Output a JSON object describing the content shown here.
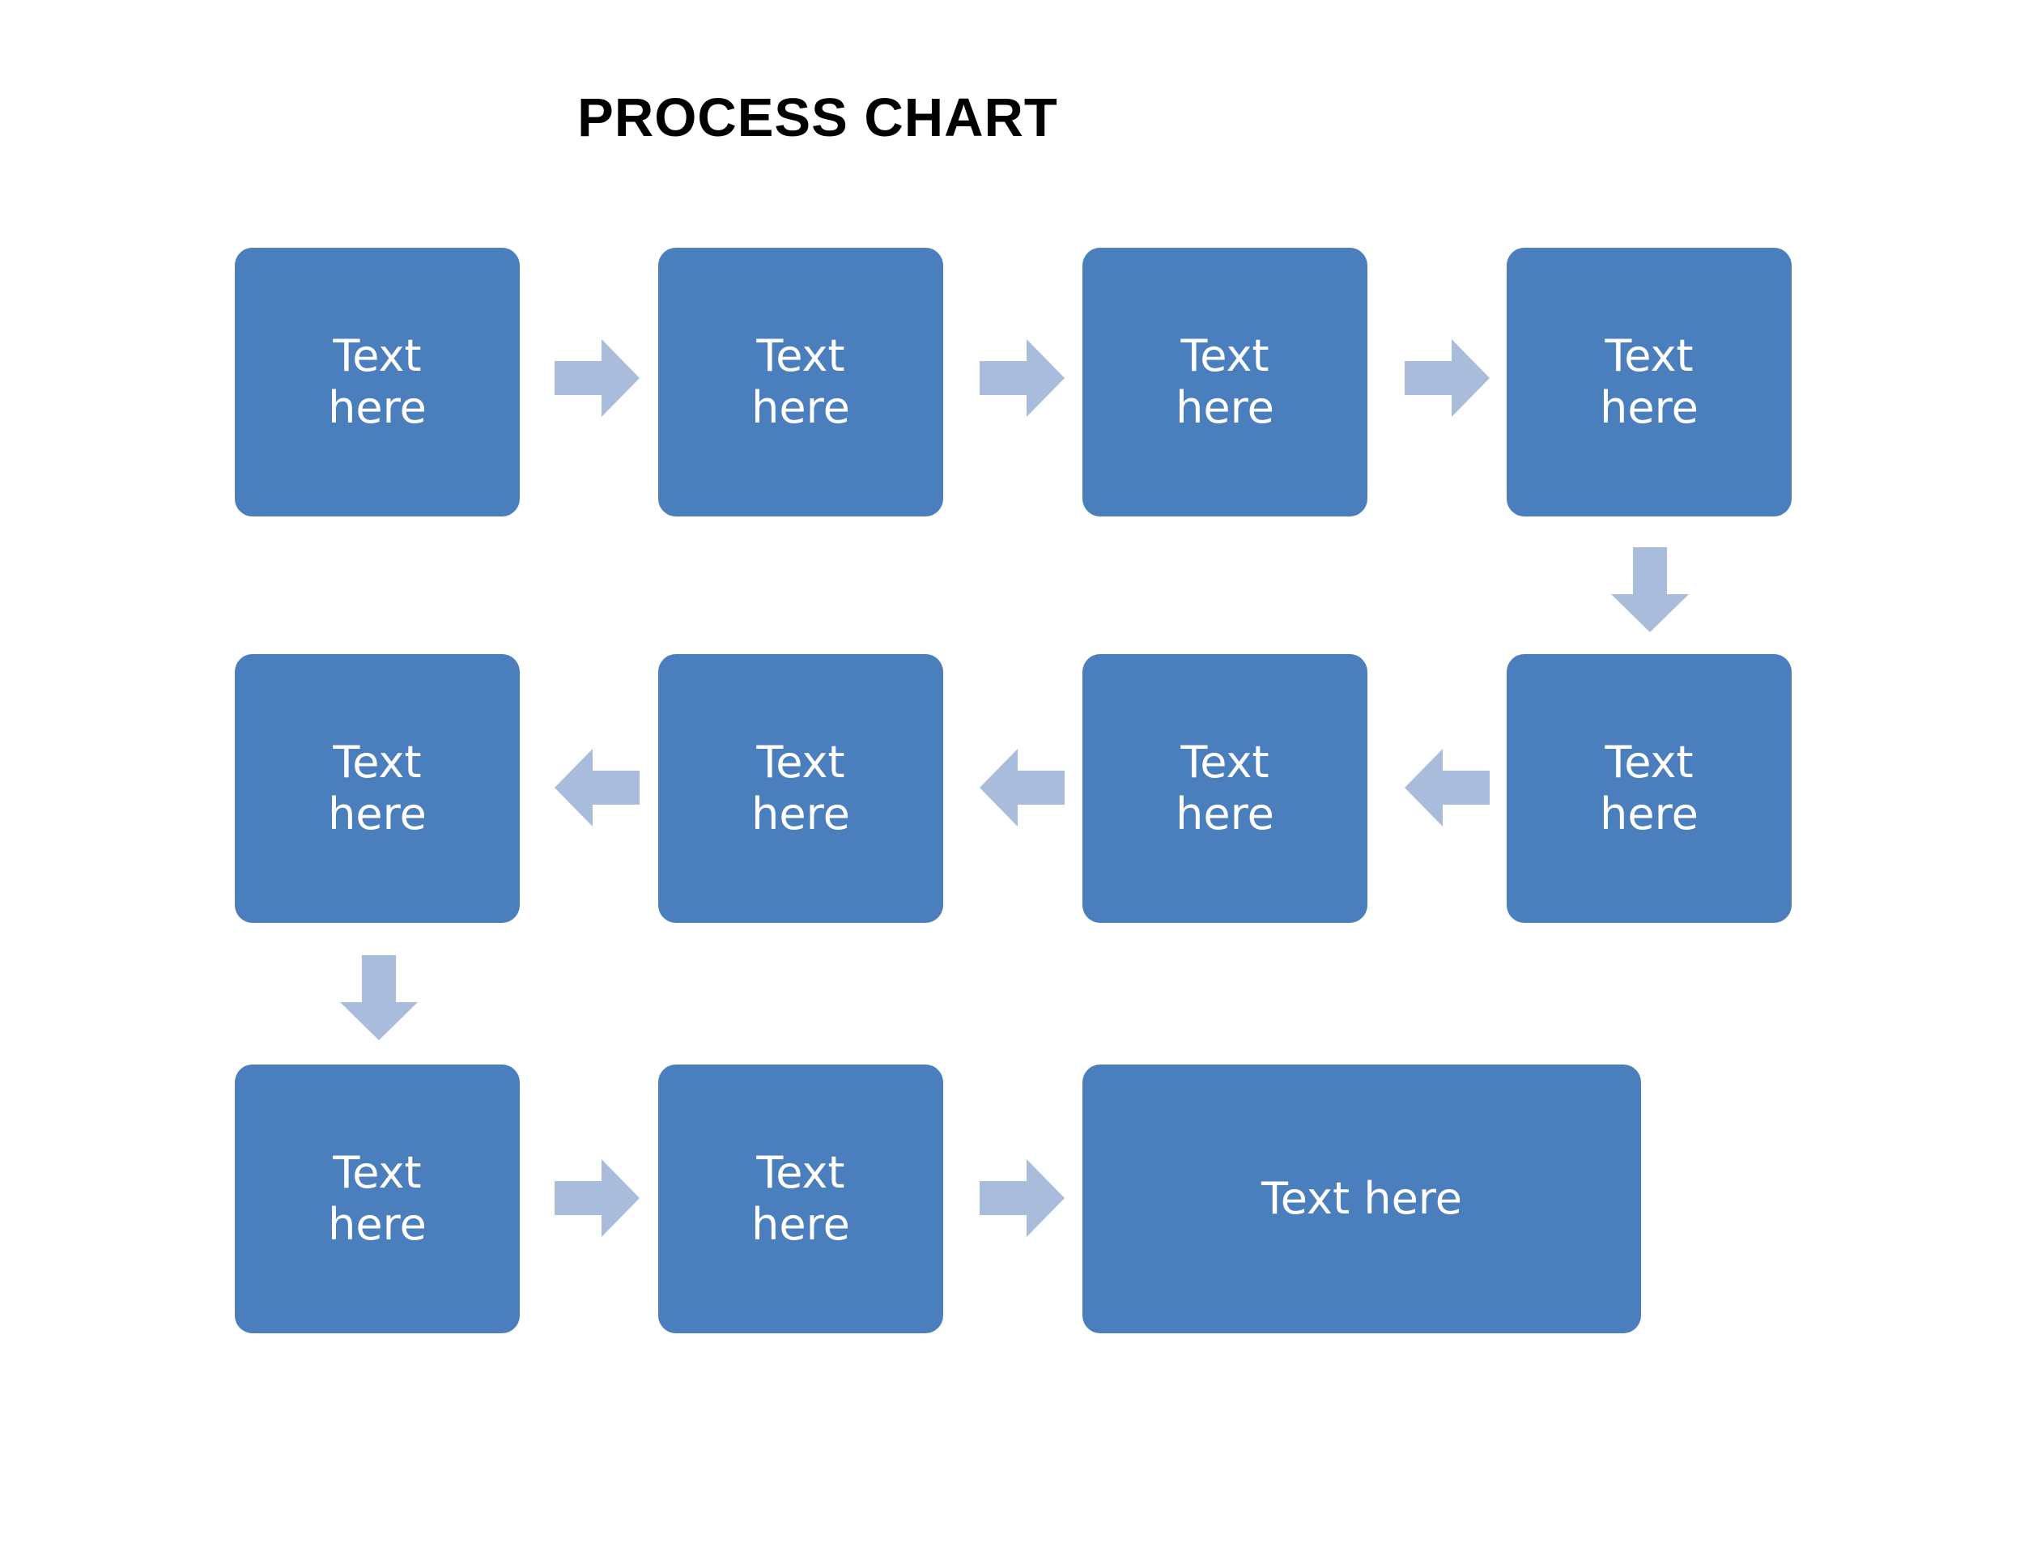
{
  "page": {
    "title": "PROCESS CHART",
    "background": "#ffffff"
  },
  "colors": {
    "box_fill": "#4a7ebc",
    "box_text": "#ffffff",
    "arrow_fill": "#a9bcdb",
    "title_text": "#000000"
  },
  "chart_data": {
    "type": "diagram",
    "title": "PROCESS CHART",
    "layout": "serpentine-flow",
    "rows": [
      {
        "index": 1,
        "direction": "left-to-right",
        "nodes": [
          {
            "id": "n1",
            "label": "Text\nhere"
          },
          {
            "id": "n2",
            "label": "Text\nhere"
          },
          {
            "id": "n3",
            "label": "Text\nhere"
          },
          {
            "id": "n4",
            "label": "Text\nhere"
          }
        ],
        "connectors": [
          "arrow-right",
          "arrow-right",
          "arrow-right"
        ]
      },
      {
        "index": 2,
        "direction": "right-to-left",
        "nodes": [
          {
            "id": "n8",
            "label": "Text\nhere"
          },
          {
            "id": "n7",
            "label": "Text\nhere"
          },
          {
            "id": "n6",
            "label": "Text\nhere"
          },
          {
            "id": "n5",
            "label": "Text\nhere"
          }
        ],
        "connectors": [
          "arrow-left",
          "arrow-left",
          "arrow-left"
        ]
      },
      {
        "index": 3,
        "direction": "left-to-right",
        "nodes": [
          {
            "id": "n9",
            "label": "Text\nhere"
          },
          {
            "id": "n10",
            "label": "Text\nhere"
          },
          {
            "id": "n11",
            "label": "Text here",
            "wide": true
          }
        ],
        "connectors": [
          "arrow-right",
          "arrow-right"
        ]
      }
    ],
    "row_connectors": [
      {
        "id": "r1-r2",
        "icon": "arrow-down",
        "side": "right"
      },
      {
        "id": "r2-r3",
        "icon": "arrow-down",
        "side": "left"
      }
    ],
    "node_count": 11,
    "arrow_count": 10
  },
  "nodes": {
    "r1c1": "Text\nhere",
    "r1c2": "Text\nhere",
    "r1c3": "Text\nhere",
    "r1c4": "Text\nhere",
    "r2c1": "Text\nhere",
    "r2c2": "Text\nhere",
    "r2c3": "Text\nhere",
    "r2c4": "Text\nhere",
    "r3c1": "Text\nhere",
    "r3c2": "Text\nhere",
    "r3c3": "Text here"
  },
  "icons": {
    "arrow_right": "arrow-right-icon",
    "arrow_left": "arrow-left-icon",
    "arrow_down": "arrow-down-icon"
  }
}
